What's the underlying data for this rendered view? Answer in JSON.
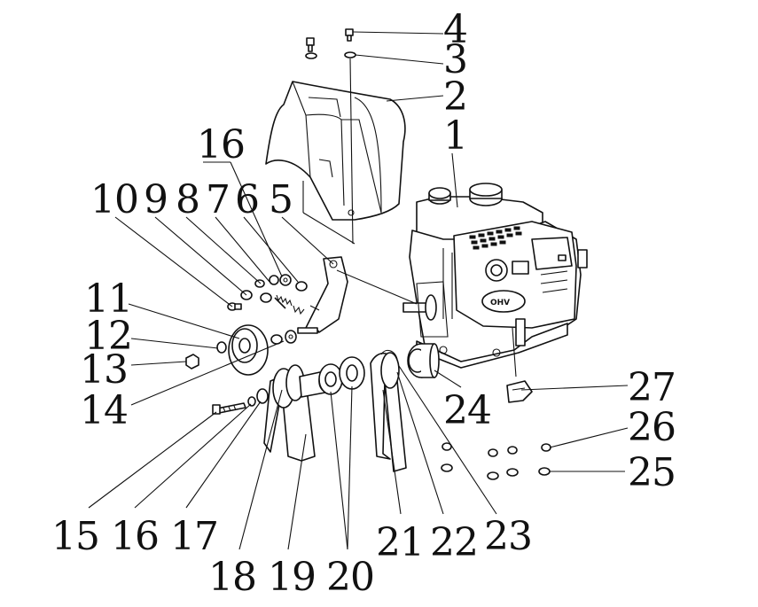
{
  "callouts": [
    {
      "id": "c1",
      "text": "1"
    },
    {
      "id": "c2",
      "text": "2"
    },
    {
      "id": "c3",
      "text": "3"
    },
    {
      "id": "c4",
      "text": "4"
    },
    {
      "id": "c5",
      "text": "5"
    },
    {
      "id": "c6",
      "text": "6"
    },
    {
      "id": "c7",
      "text": "7"
    },
    {
      "id": "c8",
      "text": "8"
    },
    {
      "id": "c9",
      "text": "9"
    },
    {
      "id": "c10",
      "text": "10"
    },
    {
      "id": "c11",
      "text": "11"
    },
    {
      "id": "c12",
      "text": "12"
    },
    {
      "id": "c13",
      "text": "13"
    },
    {
      "id": "c14",
      "text": "14"
    },
    {
      "id": "c15",
      "text": "15"
    },
    {
      "id": "c16a",
      "text": "16"
    },
    {
      "id": "c16b",
      "text": "16"
    },
    {
      "id": "c17",
      "text": "17"
    },
    {
      "id": "c18",
      "text": "18"
    },
    {
      "id": "c19",
      "text": "19"
    },
    {
      "id": "c20",
      "text": "20"
    },
    {
      "id": "c21",
      "text": "21"
    },
    {
      "id": "c22",
      "text": "22"
    },
    {
      "id": "c23",
      "text": "23"
    },
    {
      "id": "c24",
      "text": "24"
    },
    {
      "id": "c25",
      "text": "25"
    },
    {
      "id": "c26",
      "text": "26"
    },
    {
      "id": "c27",
      "text": "27"
    }
  ],
  "engine_logo": "OHV"
}
